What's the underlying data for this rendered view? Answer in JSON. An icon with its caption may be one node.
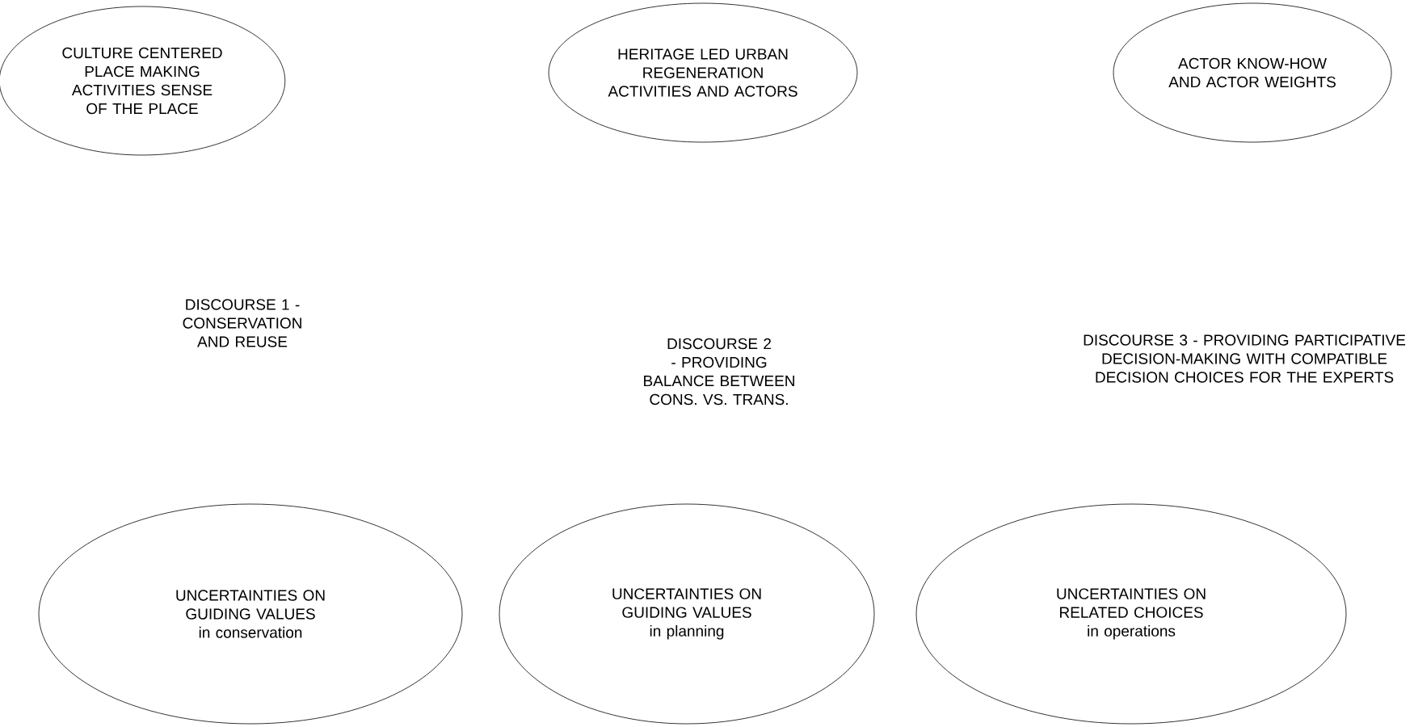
{
  "diagram": {
    "nodes": [
      {
        "text": [
          "CULTURE CENTERED PLACE MAKING ACTIVITIES SENSE OF THE PLACE"
        ]
      },
      {
        "text": [
          "HERITAGE LED URBAN REGENERATION ACTIVITIES AND ACTORS"
        ]
      },
      {
        "text": [
          "ACTOR KNOW-HOW AND ACTOR WEIGHTS"
        ]
      },
      {
        "text": [
          "UNCERTAINTIES ON GUIDING VALUES",
          "in conservation"
        ]
      },
      {
        "text": [
          "UNCERTAINTIES ON GUIDING VALUES",
          "in planning"
        ]
      },
      {
        "text": [
          "UNCERTAINTIES ON RELATED CHOICES",
          "in operations"
        ]
      }
    ],
    "labels": [
      "DISCOURSE 1 - CONSERVATION AND REUSE",
      "DISCOURSE 2 - PROVIDING BALANCE BETWEEN CONS. VS. TRANS.",
      "DISCOURSE 3 - PROVIDING PARTICIPATIVE DECISION-MAKING WITH COMPATIBLE DECISION CHOICES FOR THE EXPERTS"
    ]
  }
}
